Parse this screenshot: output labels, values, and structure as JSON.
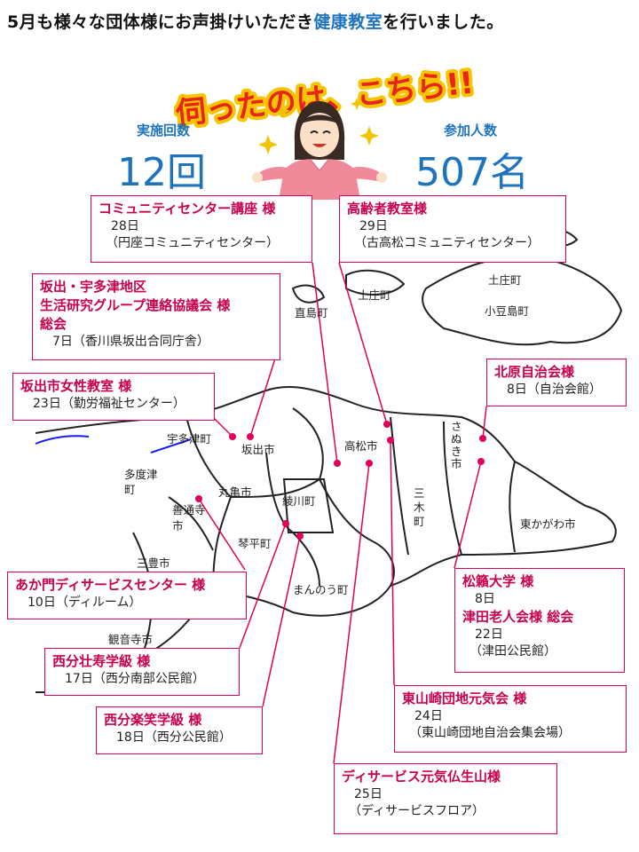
{
  "headline": {
    "pre": "5月も様々な団体様にお声掛けいただき",
    "highlight": "健康教室",
    "post": "を行いました。"
  },
  "catch_phrase": "伺ったのは、こちら!!",
  "stats": {
    "count_label": "実施回数",
    "count_value": "12回",
    "participants_label": "参加人数",
    "participants_value": "507名"
  },
  "towns": {
    "tonosho_a": "土庄町",
    "tonosho_b": "土庄町",
    "shodoshima": "小豆島町",
    "naoshima": "直島町",
    "utazu": "宇多津町",
    "sakaide": "坂出市",
    "takamatsu": "高松市",
    "sanuki": "さぬき市",
    "tado": "多度津町",
    "marugame": "丸亀市",
    "ayagawa": "綾川町",
    "zentsuji": "善通寺市",
    "kotohira": "琴平町",
    "mitoyo": "三豊市",
    "miki": "三木町",
    "higashikagawa": "東かがわ市",
    "manno": "まんのう町",
    "kanonji": "観音寺市"
  },
  "events": {
    "community": {
      "title": "コミュニティセンター講座 様",
      "date": "28日",
      "place": "（円座コミュニティセンター）"
    },
    "koreisha": {
      "title": "高齢者教室様",
      "date": "29日",
      "place": "（古高松コミュニティセンター）"
    },
    "sakaide_group": {
      "title1": "坂出・宇多津地区",
      "title2": "生活研究グループ連絡協議会 様",
      "title3": "総会",
      "date_place": "7日（香川県坂出合同庁舎）"
    },
    "kitahara": {
      "title": "北原自治会様",
      "date_place": "8日（自治会館）"
    },
    "sakaide_women": {
      "title": "坂出市女性教室 様",
      "date_place": "23日（勤労福祉センター）"
    },
    "akamon": {
      "title": "あか門ディサービスセンター 様",
      "date_place": "10日（ディルーム）"
    },
    "shorai": {
      "title1": "松籟大学 様",
      "date1": "8日",
      "title2": "津田老人会様 総会",
      "date2": "22日",
      "place2": "（津田公民館）"
    },
    "nishibun_ju": {
      "title": "西分壮寿学級 様",
      "date_place": "17日（西分南部公民館）"
    },
    "higashiyamasaki": {
      "title": "東山崎団地元気会 様",
      "date": "24日",
      "place": "（東山崎団地自治会集会場）"
    },
    "nishibun_raku": {
      "title": "西分楽笑学級 様",
      "date_place": "18日（西分公民館）"
    },
    "dayservice": {
      "title": "ディサービス元気仏生山様",
      "date": "25日",
      "place": "（ディサービスフロア）"
    }
  },
  "colors": {
    "accent_blue": "#1e73be",
    "title_pink": "#c8004e",
    "border_pink": "#e0005a",
    "catch_red": "#e8241b",
    "catch_outline": "#f7c500"
  }
}
